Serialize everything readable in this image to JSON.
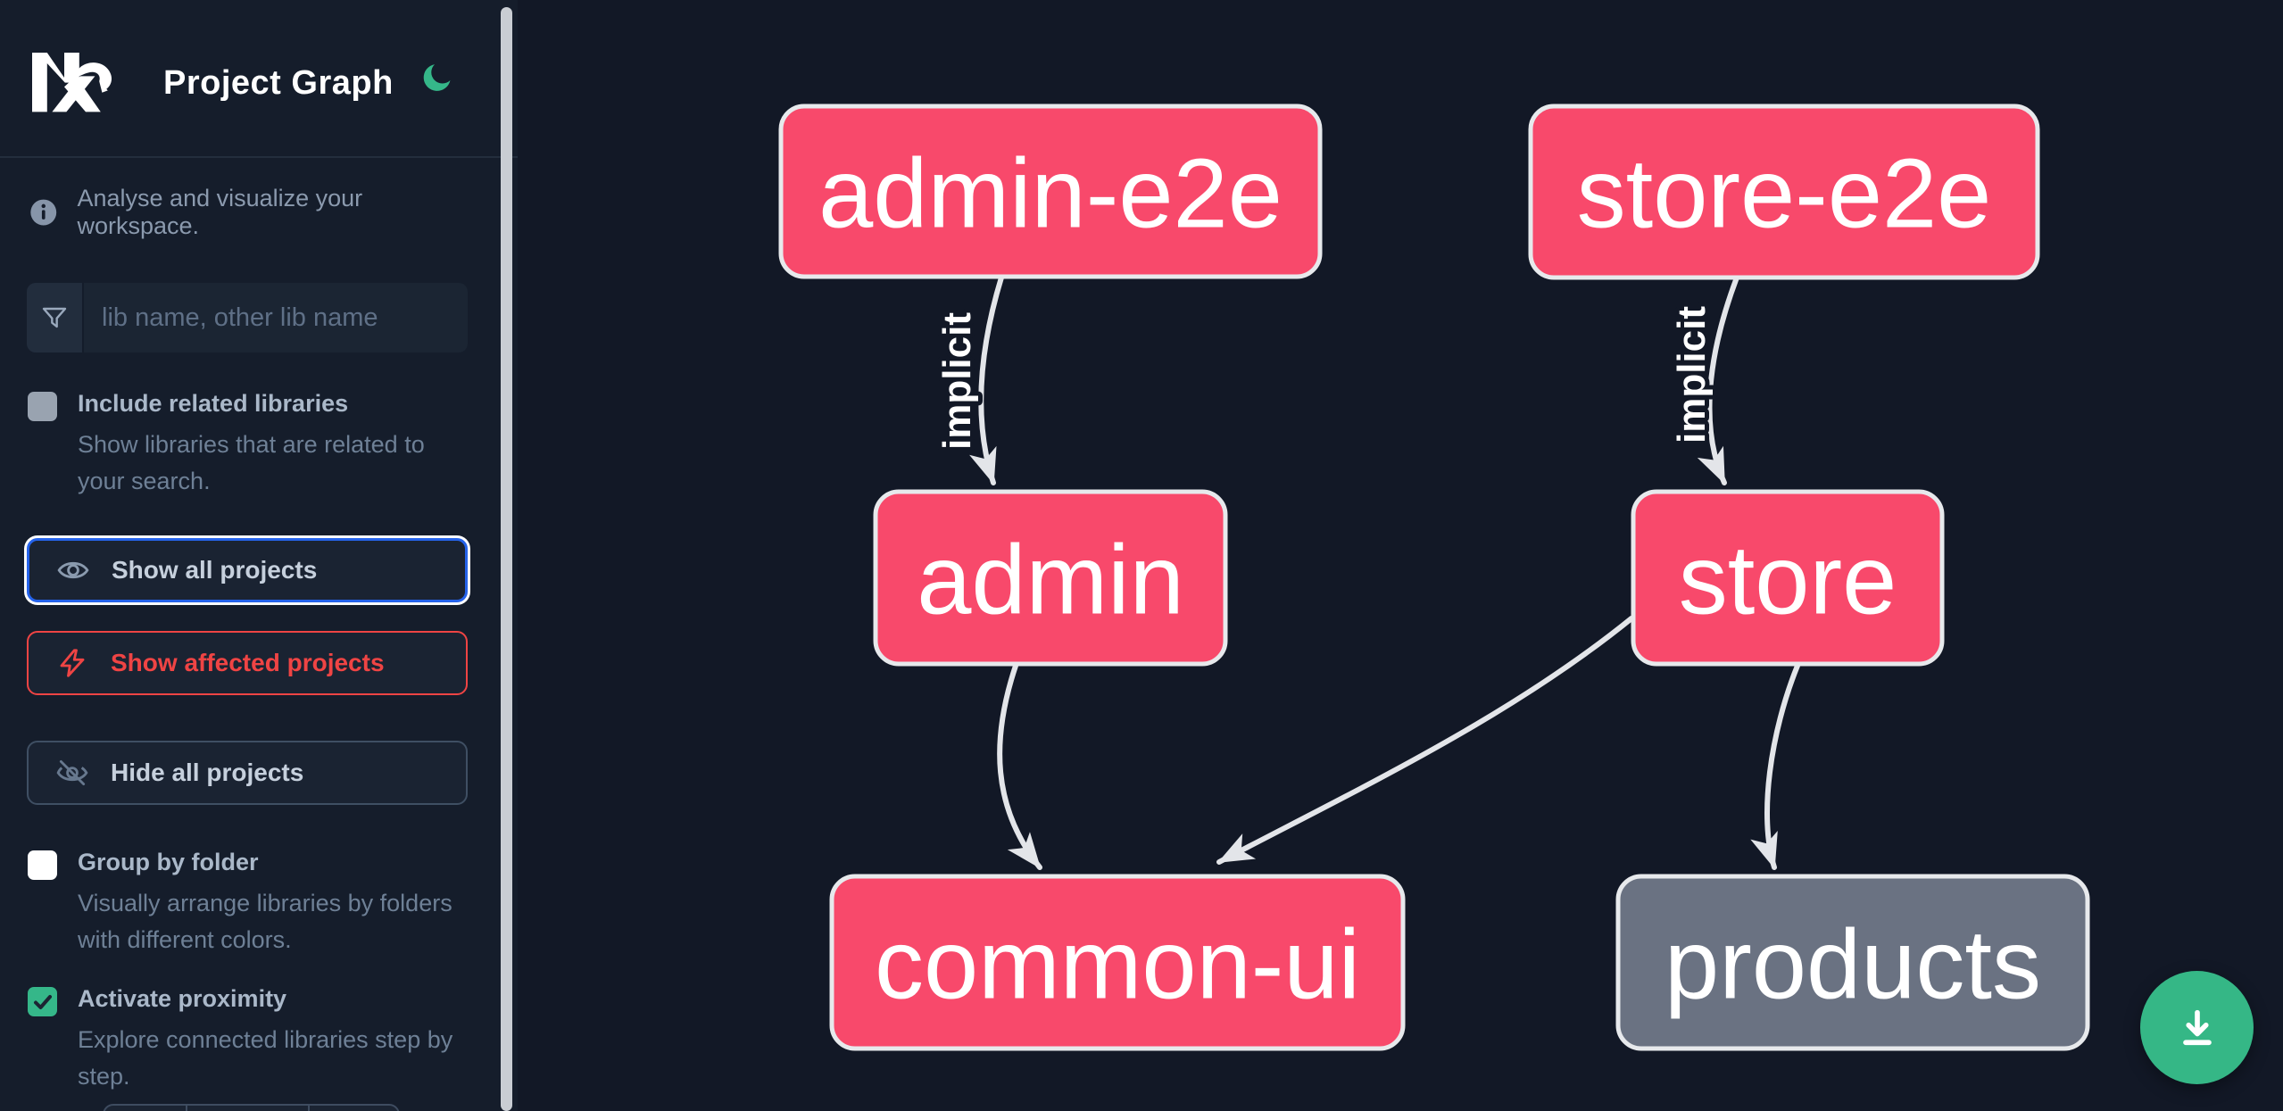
{
  "app": {
    "title": "Project Graph",
    "logo": "Nx",
    "tagline": "Analyse and visualize your workspace."
  },
  "sidebar": {
    "search": {
      "placeholder": "lib name, other lib name"
    },
    "options": [
      {
        "label": "Include related libraries",
        "description": "Show libraries that are related to your search.",
        "checked": false,
        "disabled": true
      },
      {
        "label": "Group by folder",
        "description": "Visually arrange libraries by folders with different colors.",
        "checked": false,
        "disabled": false
      },
      {
        "label": "Activate proximity",
        "description": "Explore connected libraries step by step.",
        "checked": true,
        "disabled": false
      }
    ],
    "actions": [
      {
        "label": "Show all projects",
        "icon": "eye-icon",
        "state": "focused"
      },
      {
        "label": "Show affected projects",
        "icon": "bolt-icon",
        "state": "affected"
      },
      {
        "label": "Hide all projects",
        "icon": "eye-slash-icon",
        "state": "default"
      }
    ]
  },
  "graph": {
    "nodes": [
      {
        "label": "admin-e2e",
        "color": "pink"
      },
      {
        "label": "store-e2e",
        "color": "pink"
      },
      {
        "label": "admin",
        "color": "pink"
      },
      {
        "label": "store",
        "color": "pink"
      },
      {
        "label": "common-ui",
        "color": "pink"
      },
      {
        "label": "products",
        "color": "gray"
      }
    ],
    "edges": [
      {
        "from": "admin-e2e",
        "to": "admin",
        "label": "implicit"
      },
      {
        "from": "store-e2e",
        "to": "store",
        "label": "implicit"
      },
      {
        "from": "admin",
        "to": "common-ui",
        "label": ""
      },
      {
        "from": "store",
        "to": "common-ui",
        "label": ""
      },
      {
        "from": "store",
        "to": "products",
        "label": ""
      }
    ]
  },
  "colors": {
    "node_pink": "#f8496b",
    "node_gray": "#6a7282",
    "node_border": "#e7e9ec",
    "edge": "#e3e5e9",
    "accent_green": "#35b789",
    "focus_blue": "#2563eb",
    "affected_red": "#ef4444",
    "sidebar_bg": "#151d2b",
    "canvas_bg": "#121826"
  }
}
